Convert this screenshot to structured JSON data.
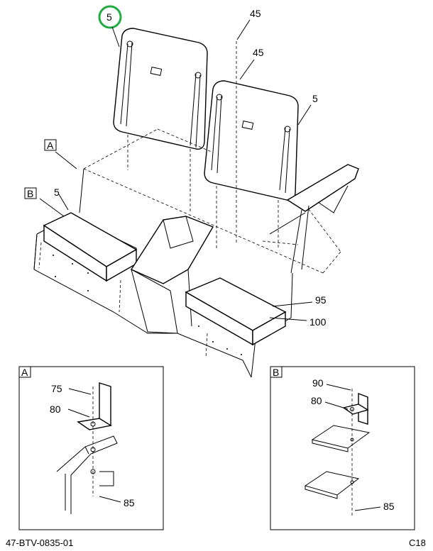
{
  "callouts": {
    "c1": "5",
    "c2": "45",
    "c3": "45",
    "c4": "5",
    "c5": "5",
    "c6": "95",
    "c7": "100"
  },
  "view_markers": {
    "a": "A",
    "b": "B"
  },
  "detail_a": {
    "title": "A",
    "c1": "75",
    "c2": "80",
    "c3": "85"
  },
  "detail_b": {
    "title": "B",
    "c1": "90",
    "c2": "80",
    "c3": "85"
  },
  "footer": {
    "part_number": "47-BTV-0835-01",
    "code": "C18"
  },
  "highlight": {
    "color": "#22aa44",
    "target": "5"
  }
}
